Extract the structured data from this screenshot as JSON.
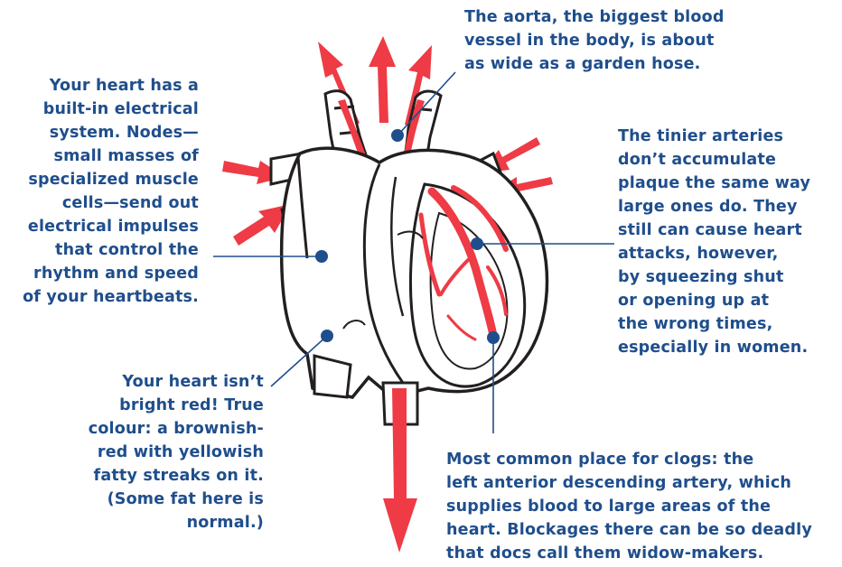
{
  "colors": {
    "text": "#1f4e8c",
    "artery": "#ee3b45",
    "outline": "#231f20",
    "leader": "#1f4e8c"
  },
  "annotations": {
    "aorta": {
      "lines": [
        "The aorta, the biggest blood",
        "vessel in the body, is about",
        "as wide as a garden hose."
      ]
    },
    "electrical": {
      "lines": [
        "Your heart has a",
        "built-in electrical",
        "system. Nodes—",
        "small masses of",
        "specialized muscle",
        "cells—send out",
        "electrical impulses",
        "that control the",
        "rhythm and speed",
        "of your heartbeats."
      ]
    },
    "arteries": {
      "lines": [
        "The tinier arteries",
        "don’t accumulate",
        "plaque the same way",
        "large ones do. They",
        "still can cause heart",
        "attacks, however,",
        "by squeezing shut",
        "or opening up at",
        "the wrong times,",
        "especially in women."
      ]
    },
    "colour": {
      "lines": [
        "Your heart isn’t",
        "bright red! True",
        "colour: a brownish-",
        "red with yellowish",
        "fatty streaks on it.",
        "(Some fat here is",
        "normal.)"
      ]
    },
    "clogs": {
      "lines": [
        "Most common place for clogs: the",
        "left anterior descending artery, which",
        "supplies blood to large areas of the",
        "heart. Blockages there can be so deadly",
        "that docs call them widow-makers."
      ]
    }
  }
}
